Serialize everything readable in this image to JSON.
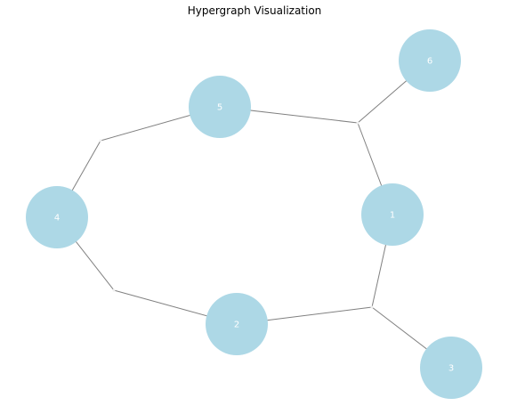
{
  "title": "Hypergraph Visualization",
  "colors": {
    "node_fill": "#add8e6",
    "edge_stroke": "#808080",
    "label_text": "#ffffff",
    "background": "#ffffff"
  },
  "nodes": [
    {
      "id": "1",
      "label": "1"
    },
    {
      "id": "2",
      "label": "2"
    },
    {
      "id": "3",
      "label": "3"
    },
    {
      "id": "4",
      "label": "4"
    },
    {
      "id": "5",
      "label": "5"
    },
    {
      "id": "6",
      "label": "6"
    }
  ],
  "hyperedges": [
    {
      "members": [
        "5",
        "6",
        "1"
      ]
    },
    {
      "members": [
        "1",
        "2",
        "3"
      ]
    },
    {
      "members": [
        "5",
        "4"
      ]
    },
    {
      "members": [
        "4",
        "2"
      ]
    }
  ]
}
